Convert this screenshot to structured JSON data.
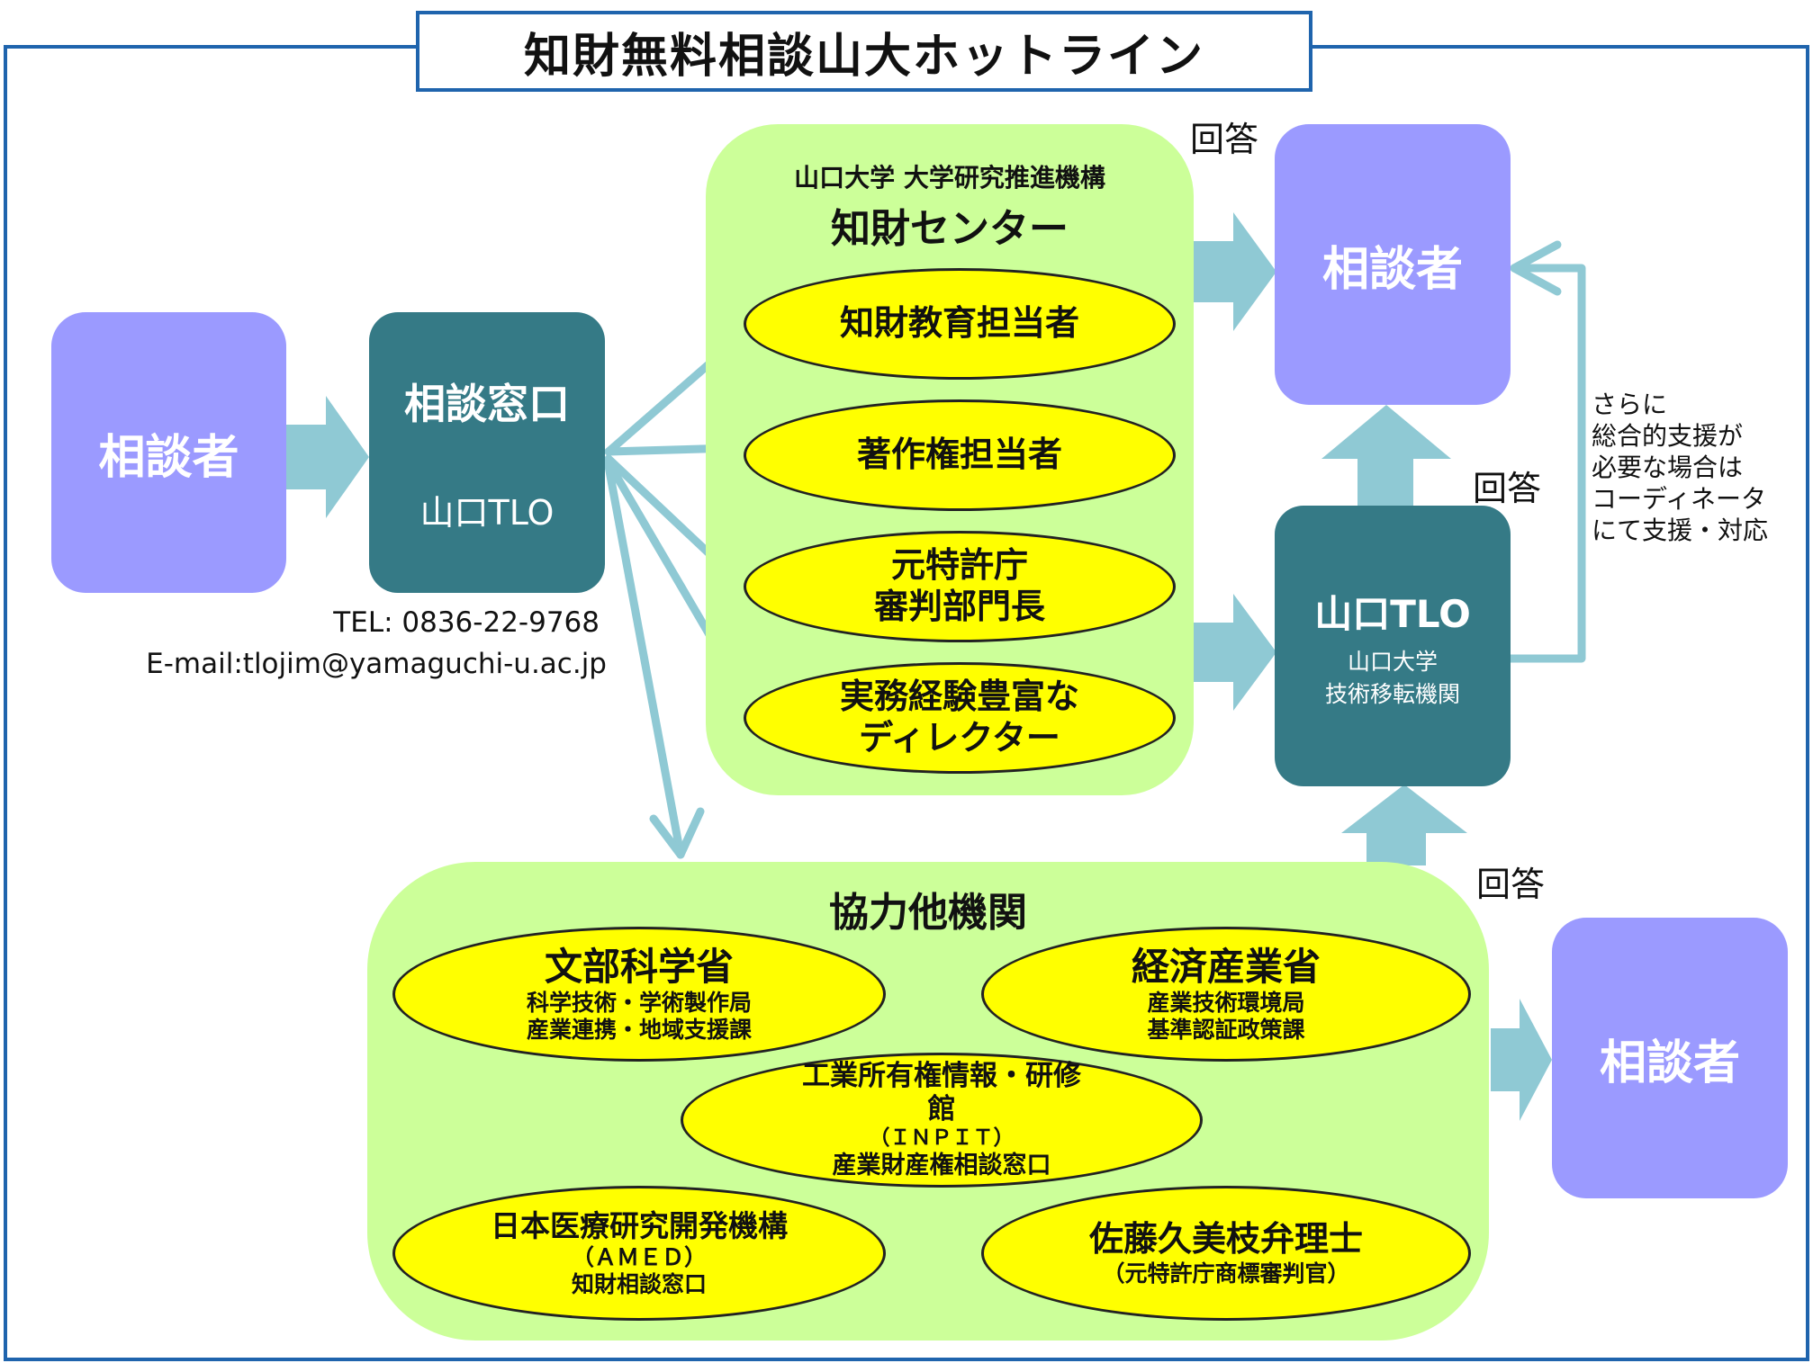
{
  "title": "知財無料相談山大ホットライン",
  "consultant_label": "相談者",
  "reply_label": "回答",
  "window": {
    "title": "相談窓口",
    "org": "山口TLO",
    "tel": "TEL: 0836-22-9768",
    "email": "E-mail:tlojim@yamaguchi-u.ac.jp"
  },
  "center": {
    "org": "山口大学 大学研究推進機構",
    "name": "知財センター",
    "staff": [
      {
        "lines": [
          "知財教育担当者"
        ]
      },
      {
        "lines": [
          "著作権担当者"
        ]
      },
      {
        "lines": [
          "元特許庁",
          "審判部門長"
        ]
      },
      {
        "lines": [
          "実務経験豊富な",
          "ディレクター"
        ]
      }
    ]
  },
  "tlo": {
    "name": "山口TLO",
    "sub1": "山口大学",
    "sub2": "技術移転機関"
  },
  "side_note": [
    "さらに",
    "総合的支援が",
    "必要な場合は",
    "コーディネータ",
    "にて支援・対応"
  ],
  "partners": {
    "title": "協力他機関",
    "mext": {
      "name": "文部科学省",
      "sub1": "科学技術・学術製作局",
      "sub2": "産業連携・地域支援課"
    },
    "meti": {
      "name": "経済産業省",
      "sub1": "産業技術環境局",
      "sub2": "基準認証政策課"
    },
    "inpit": {
      "line1": "工業所有権情報・研修",
      "line2": "館",
      "line3": "（ＩＮＰＩＴ）",
      "line4": "産業財産権相談窓口"
    },
    "amed": {
      "name": "日本医療研究開発機構",
      "sub1": "（ＡＭＥＤ）",
      "sub2": "知財相談窓口"
    },
    "sato": {
      "name": "佐藤久美枝弁理士",
      "sub1": "（元特許庁商標審判官）"
    }
  },
  "colors": {
    "frame": "#1f64ad",
    "arrow": "#8fc9d4",
    "purple": "#9b9aff",
    "teal": "#357a86",
    "green": "#ccff99",
    "yellow": "#ffff00"
  }
}
